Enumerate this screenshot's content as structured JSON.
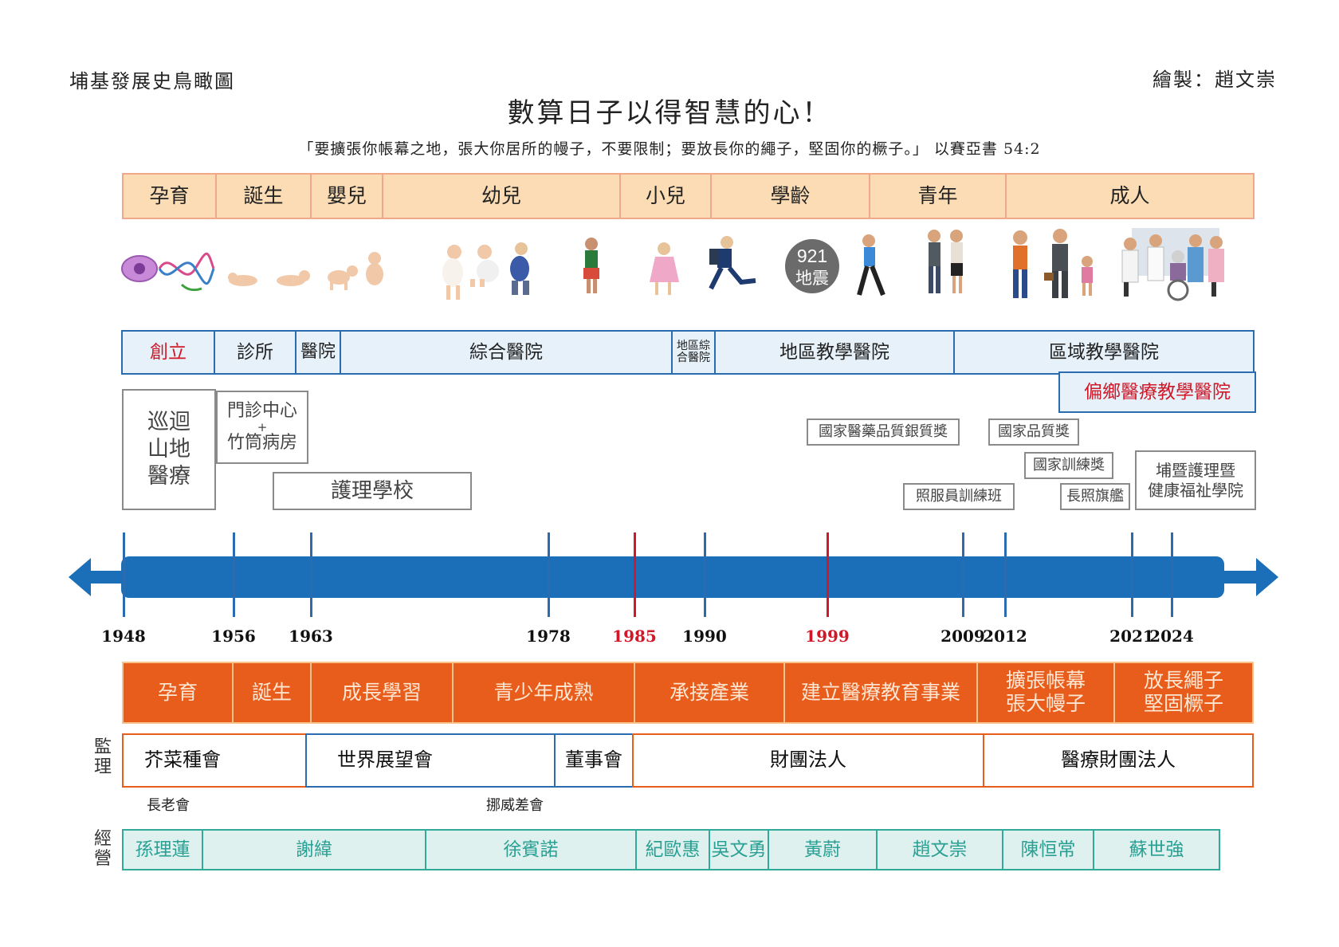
{
  "header": {
    "left_title": "埔基發展史鳥瞰圖",
    "right_credit": "繪製：趙文崇",
    "main_title": "數算日子以得智慧的心！",
    "quote": "「要擴張你帳幕之地，張大你居所的幔子，不要限制；要放長你的繩子，堅固你的橛子。」 以賽亞書 54:2"
  },
  "stages": [
    "孕育",
    "誕生",
    "嬰兒",
    "幼兒",
    "小兒",
    "學齡",
    "青年",
    "成人"
  ],
  "event_marker": {
    "line1": "921",
    "line2": "地震"
  },
  "institutions": [
    {
      "label": "創立",
      "highlight": true
    },
    {
      "label": "診所"
    },
    {
      "label": "醫院"
    },
    {
      "label": "綜合醫院"
    },
    {
      "label_line1": "地區綜",
      "label_line2": "合醫院"
    },
    {
      "label": "地區教學醫院"
    },
    {
      "label": "區域教學醫院"
    }
  ],
  "institution_extra": "偏鄉醫療教學醫院",
  "program_boxes": {
    "mobile": [
      "巡迴",
      "山地",
      "醫療"
    ],
    "clinic_line1": "門診中心",
    "clinic_plus": "+",
    "clinic_line2": "竹筒病房",
    "nursing_school": "護理學校",
    "award_drug": "國家醫藥品質銀質獎",
    "award_quality": "國家品質獎",
    "award_training": "國家訓練獎",
    "caregiver_class": "照服員訓練班",
    "ltc_flagship": "長照旗艦",
    "college_line1": "埔暨護理暨",
    "college_line2": "健康福祉學院"
  },
  "timeline": {
    "years": [
      "1948",
      "1956",
      "1963",
      "1978",
      "1985",
      "1990",
      "1999",
      "2009",
      "2012",
      "2021",
      "2024"
    ],
    "highlight_years": [
      "1985",
      "1999"
    ]
  },
  "phases": [
    {
      "label": "孕育"
    },
    {
      "label": "誕生"
    },
    {
      "label": "成長學習"
    },
    {
      "label": "青少年成熟"
    },
    {
      "label": "承接產業"
    },
    {
      "label": "建立醫療教育事業"
    },
    {
      "label_line1": "擴張帳幕",
      "label_line2": "張大幔子"
    },
    {
      "label_line1": "放長繩子",
      "label_line2": "堅固橛子"
    }
  ],
  "supervision": {
    "side_label": [
      "監",
      "理"
    ],
    "items": [
      "芥菜種會",
      "世界展望會",
      "董事會",
      "財團法人",
      "醫療財團法人"
    ],
    "notes": [
      "長老會",
      "挪威差會"
    ]
  },
  "management": {
    "side_label": [
      "經",
      "營"
    ],
    "items": [
      "孫理蓮",
      "謝緯",
      "徐賓諾",
      "紀歐惠",
      "吳文勇",
      "黃蔚",
      "趙文崇",
      "陳恒常",
      "蘇世強"
    ]
  },
  "colors": {
    "timeline_blue": "#1a6fb8",
    "highlight_red": "#d01828",
    "stage_fill": "#fbdcb4",
    "phase_orange": "#e85d1c",
    "manager_teal": "#33a99a"
  }
}
